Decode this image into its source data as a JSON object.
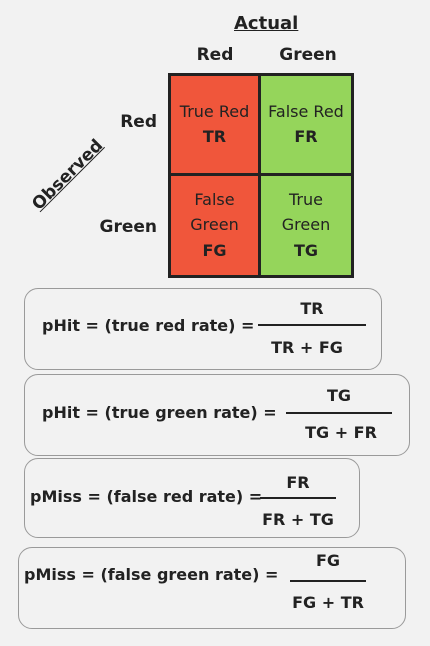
{
  "header": {
    "actual_label": "Actual"
  },
  "columns": [
    "Red",
    "Green"
  ],
  "rows": [
    "Red",
    "Green"
  ],
  "axis": {
    "observed_label": "Observed"
  },
  "matrix": {
    "tr": {
      "text": "True Red",
      "abbr": "TR",
      "color": "#f0563b"
    },
    "fr": {
      "text": "False Red",
      "abbr": "FR",
      "color": "#95d55b"
    },
    "fg": {
      "line1": "False",
      "line2": "Green",
      "abbr": "FG",
      "color": "#f0563b"
    },
    "tg": {
      "line1": "True",
      "line2": "Green",
      "abbr": "TG",
      "color": "#95d55b"
    }
  },
  "formulas": [
    {
      "label": "pHit = (true red rate) =",
      "numerator": "TR",
      "denominator": "TR + FG"
    },
    {
      "label": "pHit = (true green rate) =",
      "numerator": "TG",
      "denominator": "TG + FR"
    },
    {
      "label": "pMiss = (false red rate) =",
      "numerator": "FR",
      "denominator": "FR + TG"
    },
    {
      "label": "pMiss = (false green rate) =",
      "numerator": "FG",
      "denominator": "FG + TR"
    }
  ]
}
